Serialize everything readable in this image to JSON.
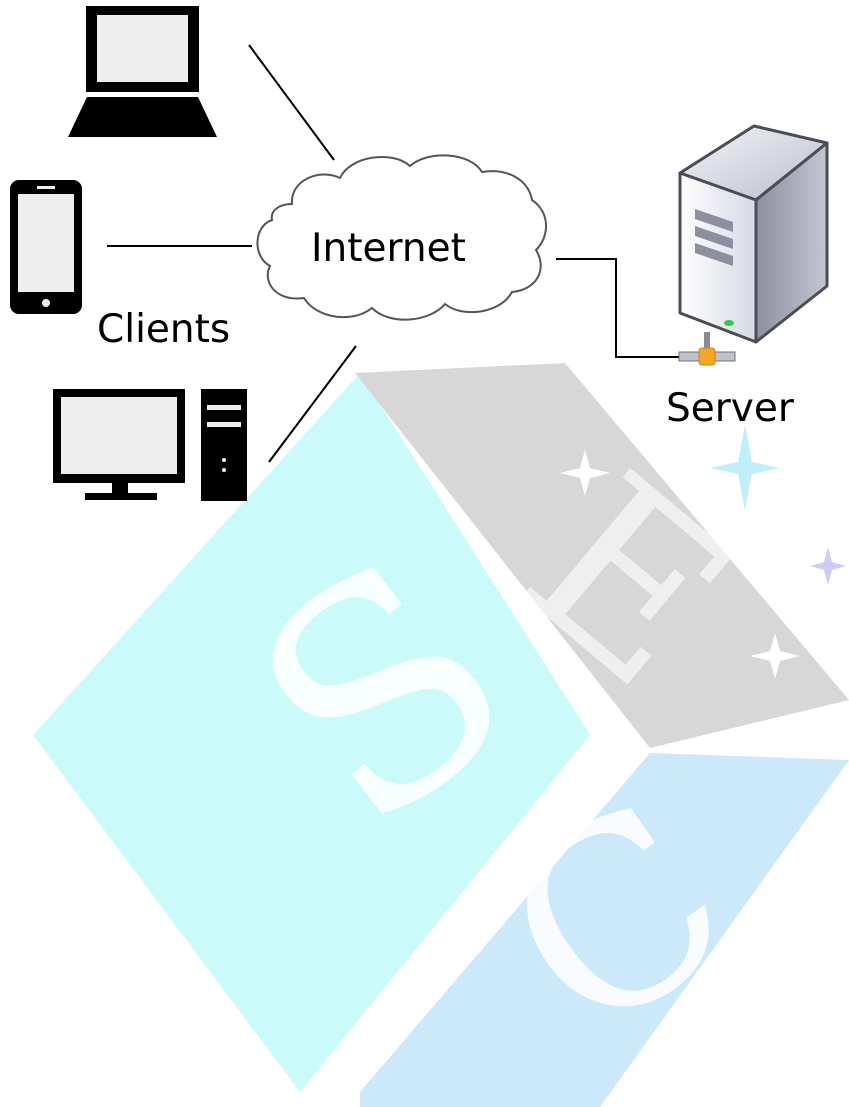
{
  "labels": {
    "internet": "Internet",
    "clients": "Clients",
    "server": "Server"
  },
  "nodes": [
    {
      "id": "laptop",
      "icon": "laptop-icon",
      "group": "clients"
    },
    {
      "id": "smartphone",
      "icon": "smartphone-icon",
      "group": "clients"
    },
    {
      "id": "desktop",
      "icon": "desktop-computer-icon",
      "group": "clients"
    },
    {
      "id": "internet",
      "icon": "cloud-icon"
    },
    {
      "id": "server",
      "icon": "server-tower-icon"
    }
  ],
  "edges": [
    {
      "from": "laptop",
      "to": "internet"
    },
    {
      "from": "smartphone",
      "to": "internet"
    },
    {
      "from": "desktop",
      "to": "internet"
    },
    {
      "from": "internet",
      "to": "server"
    }
  ],
  "watermark": {
    "letters": [
      "S",
      "E",
      "C"
    ],
    "colors": {
      "s_face": "#cbfafb",
      "e_face": "#d7d7d7",
      "c_face": "#cce8fb",
      "sparkle": "#bfeffb",
      "sparkle_violet": "#ccccf7"
    }
  },
  "colors": {
    "icon_fill": "#000000",
    "screen_fill": "#eeeeee",
    "cloud_stroke": "#555555",
    "line": "#000000",
    "connector": "#f5a623"
  }
}
